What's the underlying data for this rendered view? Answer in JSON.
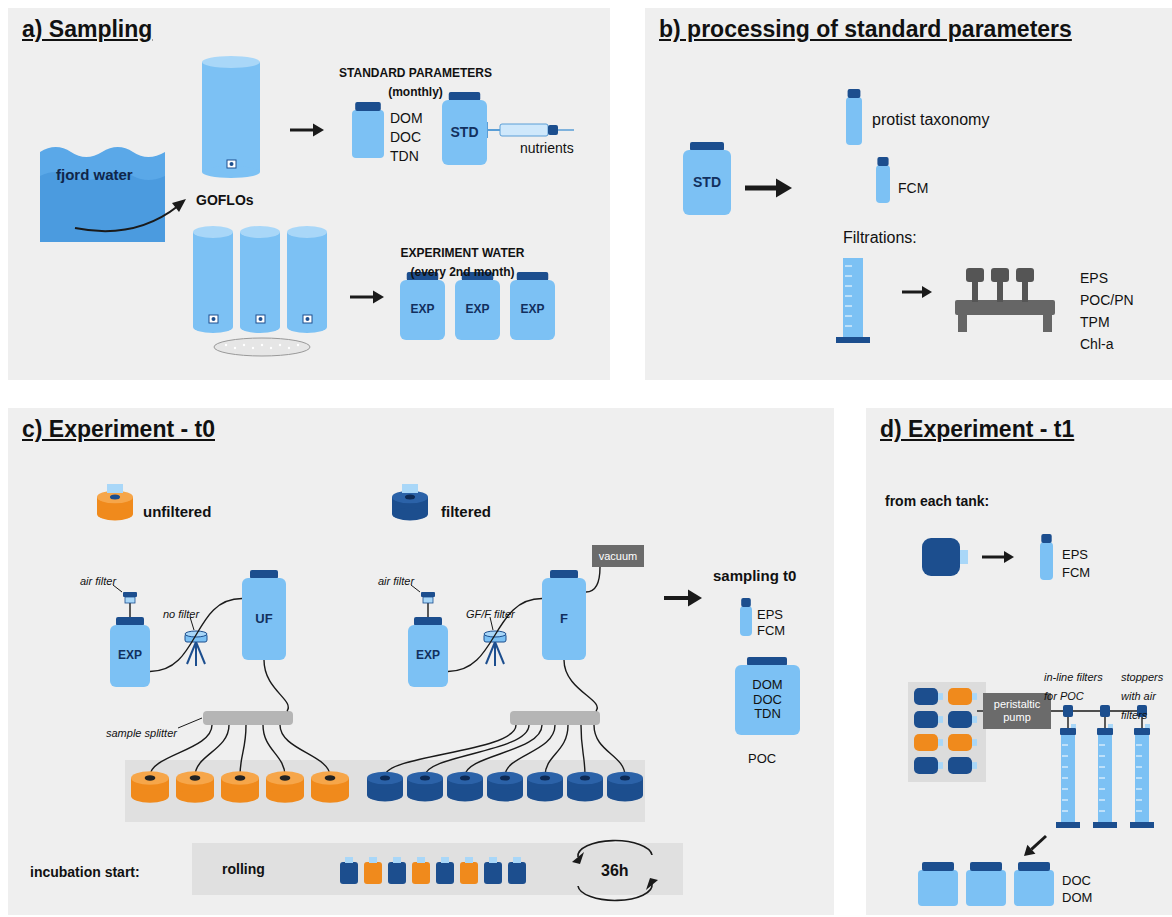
{
  "diagram": {
    "nodes": [
      {
        "text": [
          "a) Sampling"
        ]
      },
      {
        "text": [
          "fjord water"
        ],
        "in": 0
      },
      {
        "text": [
          "STD"
        ],
        "in": 0
      },
      {
        "text": [
          "EXP"
        ],
        "in": 0
      },
      {
        "text": [
          "EXP"
        ],
        "in": 0
      },
      {
        "text": [
          "EXP"
        ],
        "in": 0
      },
      {
        "text": [
          "b) processing of standard parameters"
        ]
      },
      {
        "text": [
          "STD"
        ],
        "in": 6
      },
      {
        "text": [
          "c) Experiment - t0"
        ]
      },
      {
        "text": [
          "EXP"
        ],
        "in": 8
      },
      {
        "text": [
          "UF"
        ],
        "in": 8
      },
      {
        "text": [
          "EXP"
        ],
        "in": 8
      },
      {
        "text": [
          "F"
        ],
        "in": 8
      },
      {
        "text": [
          "vacuum"
        ],
        "in": 8
      },
      {
        "text": [
          "DOM DOC TDN"
        ],
        "in": 8
      },
      {
        "text": [
          "rolling"
        ],
        "in": 8
      },
      {
        "text": [
          "d) Experiment - t1"
        ]
      },
      {
        "text": [
          "peristaltic pump"
        ],
        "in": 16
      }
    ],
    "edges": [
      {
        "from": 9,
        "to": 10,
        "arrow": "none"
      },
      {
        "from": 11,
        "to": 12,
        "arrow": "none"
      },
      {
        "from": 13,
        "to": 12,
        "arrow": "none"
      }
    ],
    "labels": [
      "GOFLOs",
      "STANDARD PARAMETERS (monthly)",
      "DOM DOC TDN",
      "nutrients",
      "EXPERIMENT WATER (every 2nd month)",
      "protist taxonomy",
      "FCM",
      "Filtrations:",
      "EPS",
      "POC/PN",
      "TPM",
      "Chl-a",
      "unfiltered",
      "filtered",
      "air filter",
      "no filter",
      "sample splitter",
      "air filter",
      "GF/F filter",
      "sampling t0",
      "EPS",
      "FCM",
      "POC",
      "incubation start:",
      "36h",
      "from each tank:",
      "EPS",
      "FCM",
      "in-line filters for POC",
      "stoppers with air filters",
      "DOC",
      "DOM"
    ]
  }
}
